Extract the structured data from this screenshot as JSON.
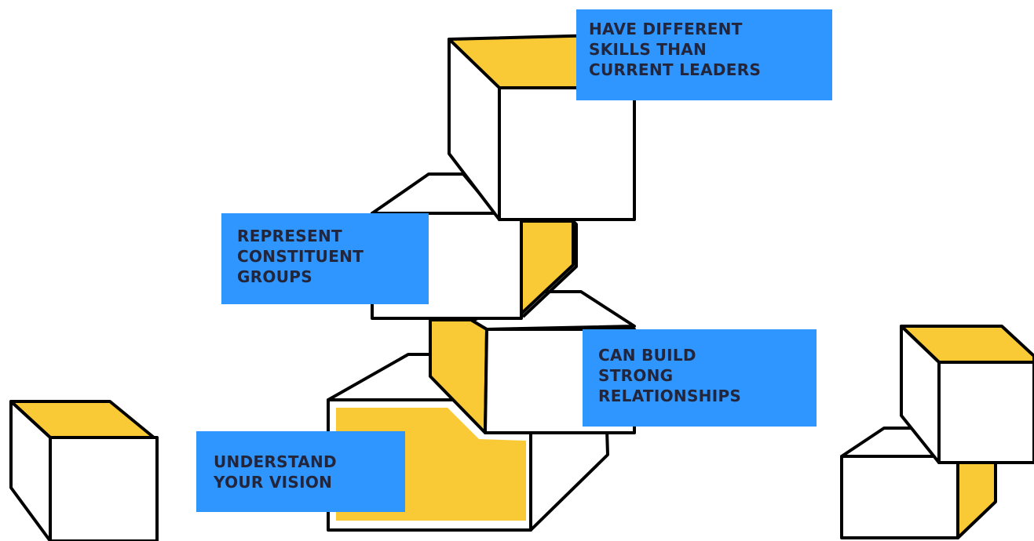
{
  "colors": {
    "accent_blue": "#2f95ff",
    "accent_yellow": "#f9ca36",
    "outline": "#000000",
    "text": "#23253a",
    "background": "#ffffff"
  },
  "labels": {
    "skills": "HAVE DIFFERENT\nSKILLS THAN\nCURRENT LEADERS",
    "groups": "REPRESENT\nCONSTITUENT\nGROUPS",
    "relationships": "CAN BUILD\nSTRONG\nRELATIONSHIPS",
    "vision": "UNDERSTAND\nYOUR VISION"
  }
}
